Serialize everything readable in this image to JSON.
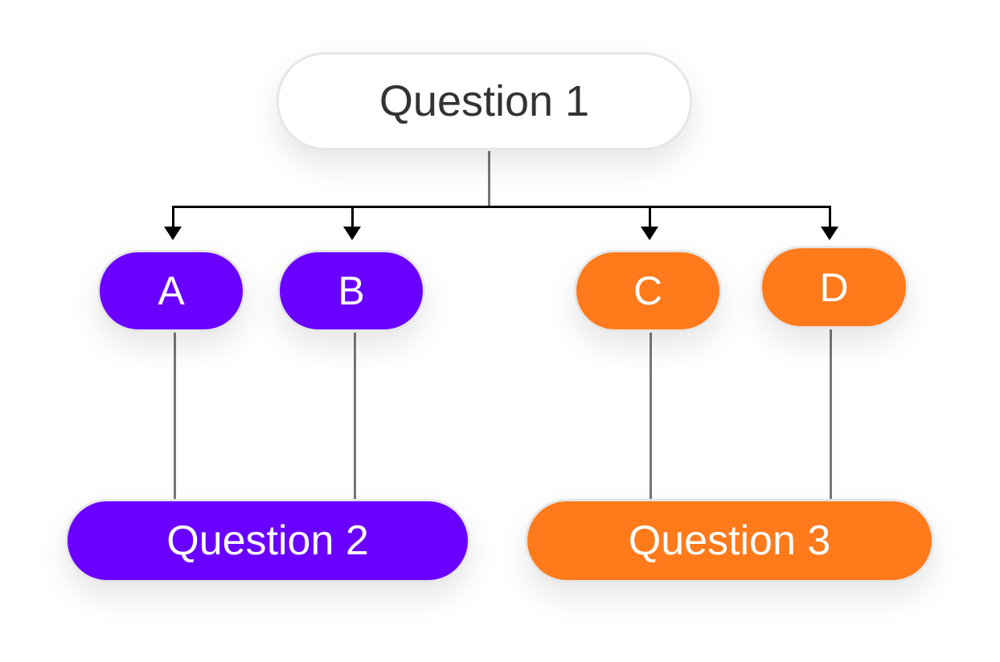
{
  "diagram": {
    "root": {
      "label": "Question 1"
    },
    "options": [
      {
        "label": "A",
        "group": "purple"
      },
      {
        "label": "B",
        "group": "purple"
      },
      {
        "label": "C",
        "group": "orange"
      },
      {
        "label": "D",
        "group": "orange"
      }
    ],
    "outcomes": [
      {
        "label": "Question 2",
        "from": [
          "A",
          "B"
        ]
      },
      {
        "label": "Question 3",
        "from": [
          "C",
          "D"
        ]
      }
    ],
    "colors": {
      "purple": "#6a00ff",
      "orange": "#ff7a1a",
      "root": "#ffffff"
    }
  }
}
